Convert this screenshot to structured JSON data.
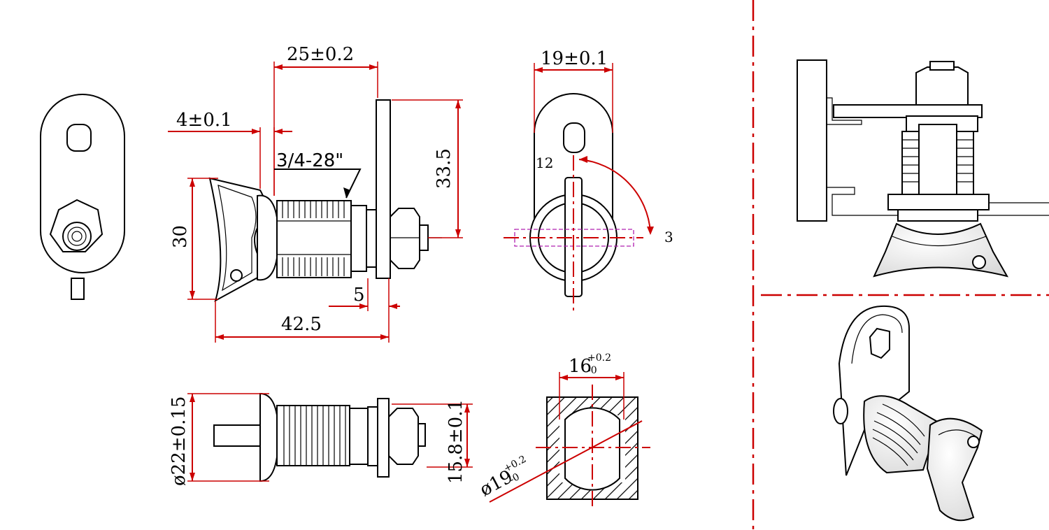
{
  "dimensions": {
    "cam_length": "25±0.2",
    "flange_thickness": "4±0.1",
    "thread_spec": "3/4-28\"",
    "cam_height": "33.5",
    "handle_height": "30",
    "nut_width": "5",
    "overall_length": "42.5",
    "cam_width": "19±0.1",
    "angle_start": "12",
    "angle_end": "3",
    "hole_width_base": "16",
    "hole_width_tol_upper": "+0.2",
    "hole_width_tol_lower": "-0",
    "hole_diameter_base": "ø19",
    "hole_diameter_tol_upper": "+0.2",
    "hole_diameter_tol_lower": "-0",
    "body_diameter": "ø22±0.15",
    "flat_distance": "15.8±0.1"
  },
  "colors": {
    "dimension_lines": "#cc0000",
    "rotation_marker": "#b020b0",
    "outline": "#000000"
  }
}
